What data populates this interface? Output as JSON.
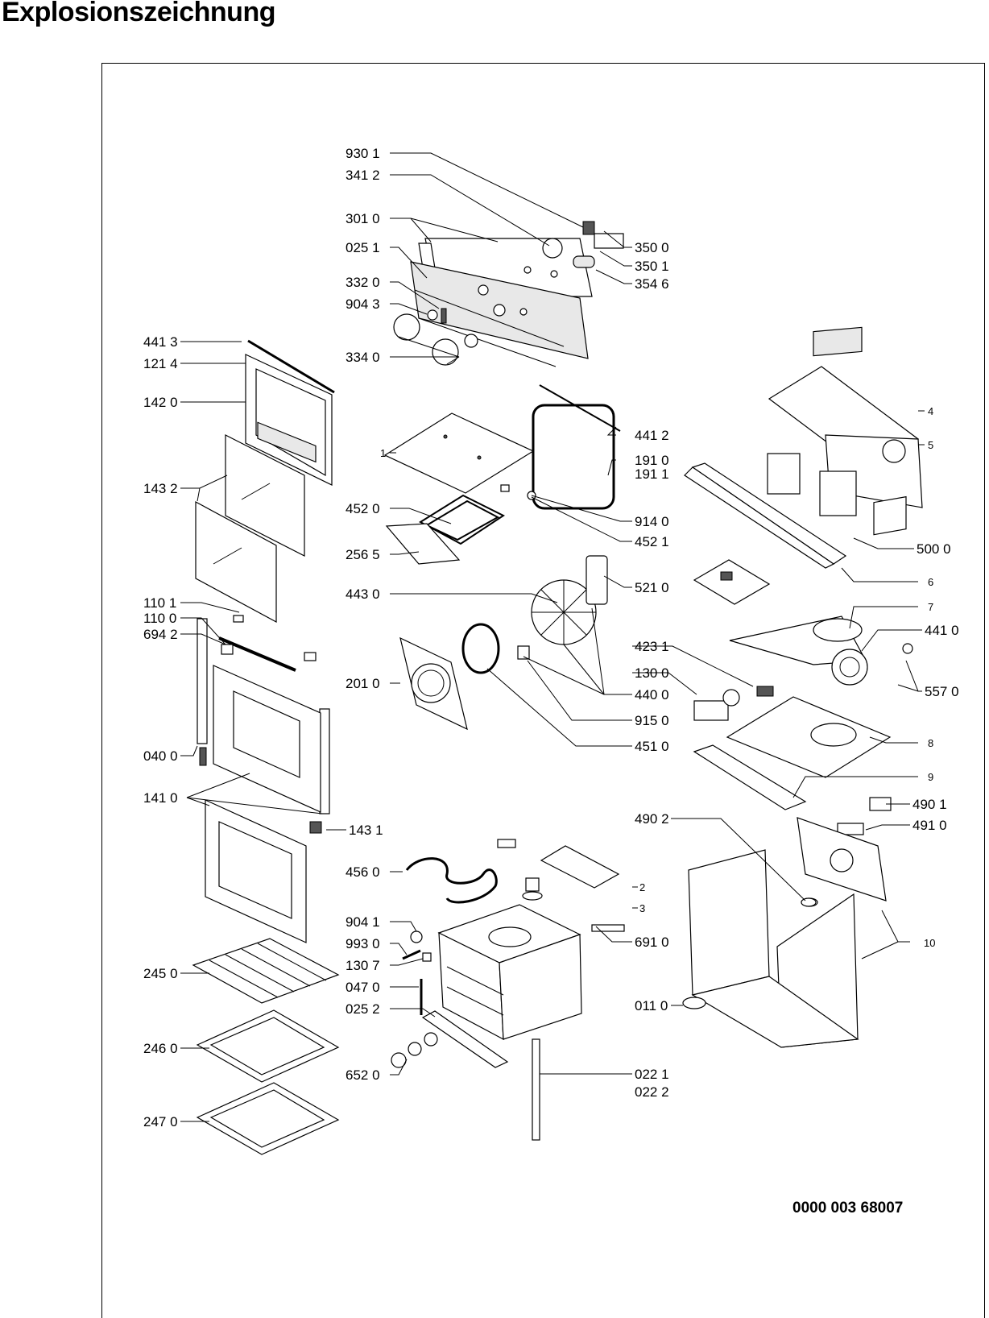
{
  "title": "Explosionszeichnung",
  "document_number": "0000 003 68007",
  "callouts": [
    {
      "id": "c9301",
      "text": "930 1"
    },
    {
      "id": "c3412",
      "text": "341 2"
    },
    {
      "id": "c3010",
      "text": "301 0"
    },
    {
      "id": "c0251",
      "text": "025 1"
    },
    {
      "id": "c3320",
      "text": "332 0"
    },
    {
      "id": "c9043",
      "text": "904 3"
    },
    {
      "id": "c3340",
      "text": "334 0"
    },
    {
      "id": "c3500",
      "text": "350 0"
    },
    {
      "id": "c3501",
      "text": "350 1"
    },
    {
      "id": "c3546",
      "text": "354 6"
    },
    {
      "id": "c4413",
      "text": "441 3"
    },
    {
      "id": "c1214",
      "text": "121 4"
    },
    {
      "id": "c1420",
      "text": "142 0"
    },
    {
      "id": "c1432",
      "text": "143 2"
    },
    {
      "id": "c1101",
      "text": "110 1"
    },
    {
      "id": "c1100",
      "text": "110 0"
    },
    {
      "id": "c6942",
      "text": "694 2"
    },
    {
      "id": "c0400",
      "text": "040 0"
    },
    {
      "id": "c1410",
      "text": "141 0"
    },
    {
      "id": "c1431",
      "text": "143 1"
    },
    {
      "id": "c2450",
      "text": "245 0"
    },
    {
      "id": "c2460",
      "text": "246 0"
    },
    {
      "id": "c2470",
      "text": "247 0"
    },
    {
      "id": "c1",
      "text": "1"
    },
    {
      "id": "c4412",
      "text": "441 2"
    },
    {
      "id": "c1910",
      "text": "191 0"
    },
    {
      "id": "c1911",
      "text": "191 1"
    },
    {
      "id": "c4520",
      "text": "452 0"
    },
    {
      "id": "c9140",
      "text": "914 0"
    },
    {
      "id": "c4521",
      "text": "452 1"
    },
    {
      "id": "c2565",
      "text": "256 5"
    },
    {
      "id": "c4430",
      "text": "443 0"
    },
    {
      "id": "c5210",
      "text": "521 0"
    },
    {
      "id": "c2010",
      "text": "201 0"
    },
    {
      "id": "c4231",
      "text": "423 1"
    },
    {
      "id": "c1300",
      "text": "130 0"
    },
    {
      "id": "c4400",
      "text": "440 0"
    },
    {
      "id": "c9150",
      "text": "915 0"
    },
    {
      "id": "c4510",
      "text": "451 0"
    },
    {
      "id": "c4",
      "text": "4"
    },
    {
      "id": "c5",
      "text": "5"
    },
    {
      "id": "c5000",
      "text": "500 0"
    },
    {
      "id": "c6",
      "text": "6"
    },
    {
      "id": "c7",
      "text": "7"
    },
    {
      "id": "c4410",
      "text": "441 0"
    },
    {
      "id": "c5570",
      "text": "557 0"
    },
    {
      "id": "c8",
      "text": "8"
    },
    {
      "id": "c9",
      "text": "9"
    },
    {
      "id": "c4901",
      "text": "490 1"
    },
    {
      "id": "c4910",
      "text": "491 0"
    },
    {
      "id": "c4902",
      "text": "490 2"
    },
    {
      "id": "c4560",
      "text": "456 0"
    },
    {
      "id": "c2",
      "text": "2"
    },
    {
      "id": "c3",
      "text": "3"
    },
    {
      "id": "c9041",
      "text": "904 1"
    },
    {
      "id": "c9930",
      "text": "993 0"
    },
    {
      "id": "c1307",
      "text": "130 7"
    },
    {
      "id": "c0470",
      "text": "047 0"
    },
    {
      "id": "c0252",
      "text": "025 2"
    },
    {
      "id": "c6520",
      "text": "652 0"
    },
    {
      "id": "c6910",
      "text": "691 0"
    },
    {
      "id": "c0110",
      "text": "011 0"
    },
    {
      "id": "c0221",
      "text": "022 1"
    },
    {
      "id": "c0222",
      "text": "022 2"
    },
    {
      "id": "c10",
      "text": "10"
    }
  ]
}
